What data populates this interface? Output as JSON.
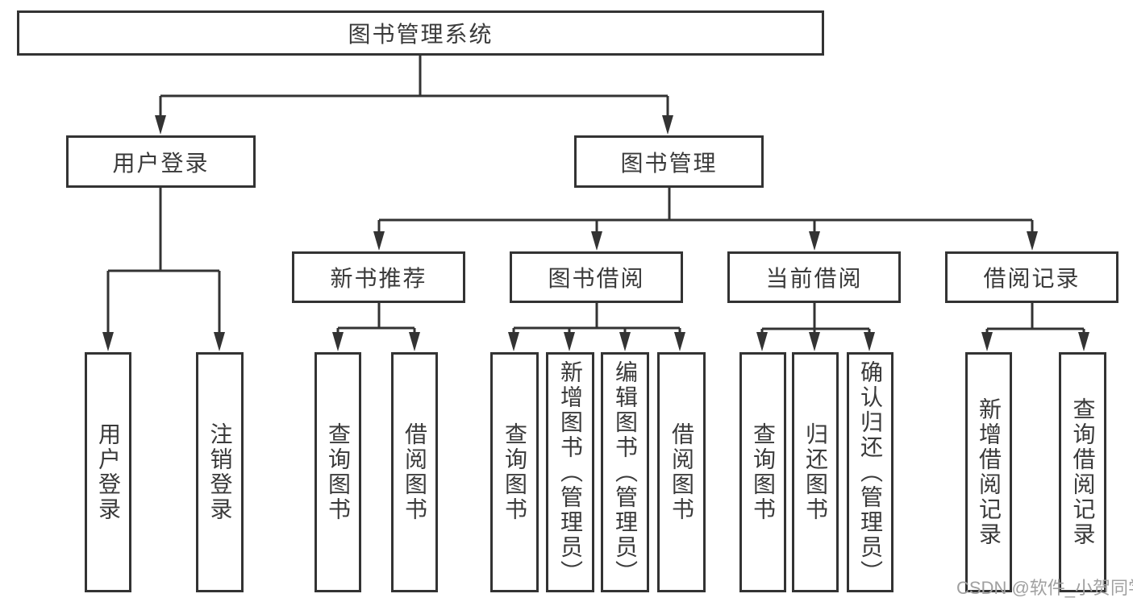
{
  "diagram": {
    "title": "图书管理系统",
    "level2": [
      {
        "label": "用户登录"
      },
      {
        "label": "图书管理"
      }
    ],
    "level3": [
      {
        "label": "新书推荐",
        "parent": "图书管理"
      },
      {
        "label": "图书借阅",
        "parent": "图书管理"
      },
      {
        "label": "当前借阅",
        "parent": "图书管理"
      },
      {
        "label": "借阅记录",
        "parent": "图书管理"
      }
    ],
    "leaves": [
      {
        "label": "用户登录",
        "parent": "用户登录"
      },
      {
        "label": "注销登录",
        "parent": "用户登录"
      },
      {
        "label": "查询图书",
        "parent": "新书推荐"
      },
      {
        "label": "借阅图书",
        "parent": "新书推荐"
      },
      {
        "label": "查询图书",
        "parent": "图书借阅"
      },
      {
        "label": "新增图书（管理员）",
        "parent": "图书借阅"
      },
      {
        "label": "编辑图书（管理员）",
        "parent": "图书借阅"
      },
      {
        "label": "借阅图书",
        "parent": "图书借阅"
      },
      {
        "label": "查询图书",
        "parent": "当前借阅"
      },
      {
        "label": "归还图书",
        "parent": "当前借阅"
      },
      {
        "label": "确认归还（管理员）",
        "parent": "当前借阅"
      },
      {
        "label": "新增借阅记录",
        "parent": "借阅记录"
      },
      {
        "label": "查询借阅记录",
        "parent": "借阅记录"
      }
    ],
    "watermark": "CSDN @软件_小贺同学",
    "colors": {
      "line": "#333333",
      "text": "#3a3a3a",
      "watermark": "#a0a0a0",
      "background": "#ffffff"
    }
  }
}
